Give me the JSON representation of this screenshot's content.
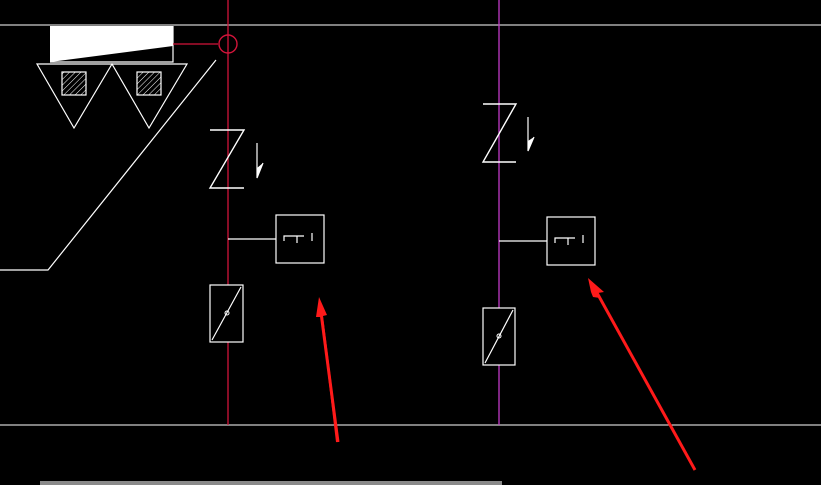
{
  "app": {
    "type": "CAD drawing viewport",
    "background": "#000000"
  },
  "colors": {
    "line_white": "#ffffff",
    "riser_red": "#d2143a",
    "riser_magenta": "#c23bc8",
    "arrow_red": "#ff1a1a",
    "scrollbar": "#8a8a8a"
  },
  "symbols": [
    {
      "name": "air-terminal-unit-icon",
      "count": 1
    },
    {
      "name": "riser-junction-circle-icon",
      "count": 1
    },
    {
      "name": "z-damper-symbol-icon",
      "count": 2
    },
    {
      "name": "control-box-symbol-icon",
      "count": 2
    },
    {
      "name": "valve-rectangle-symbol-icon",
      "count": 2
    },
    {
      "name": "red-arrow-annotation-icon",
      "count": 2
    }
  ]
}
